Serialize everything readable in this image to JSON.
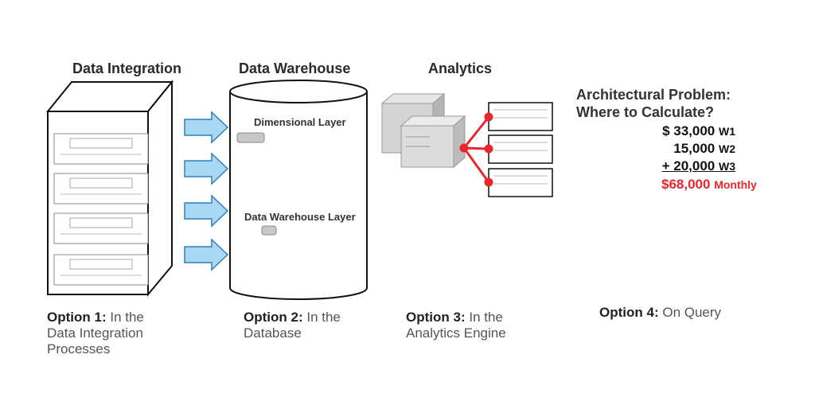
{
  "titles": {
    "integration": "Data Integration",
    "warehouse": "Data Warehouse",
    "analytics": "Analytics"
  },
  "warehouse_layers": {
    "dimensional": "Dimensional Layer",
    "dw": "Data Warehouse Layer"
  },
  "problem": {
    "line1": "Architectural Problem:",
    "line2": "Where to Calculate?"
  },
  "calculation": [
    {
      "amount": "$ 33,000",
      "label": "W1"
    },
    {
      "amount": "15,000",
      "label": "W2"
    },
    {
      "amount": "+ 20,000",
      "label": "W3"
    }
  ],
  "total": {
    "amount": "$68,000",
    "label": "Monthly"
  },
  "options": [
    {
      "label": "Option 1:",
      "text1": "In the",
      "text2": "Data Integration",
      "text3": "Processes"
    },
    {
      "label": "Option 2:",
      "text1": "In the",
      "text2": "Database"
    },
    {
      "label": "Option 3:",
      "text1": "In the",
      "text2": "Analytics Engine"
    },
    {
      "label": "Option 4:",
      "text1": "On Query"
    }
  ],
  "colors": {
    "arrow_fill": "#a9d8f5",
    "arrow_stroke": "#2e7fc0",
    "connector_red": "#e8262d",
    "total_red": "#e8262d"
  }
}
